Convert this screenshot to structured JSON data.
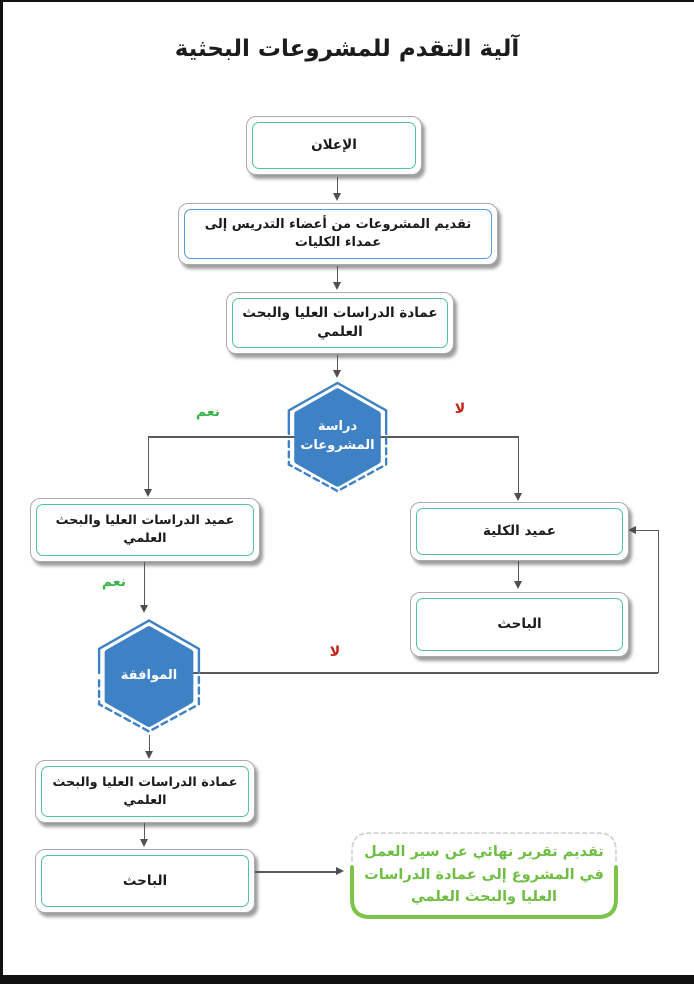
{
  "page": {
    "title": "آلية التقدم للمشروعات البحثية"
  },
  "flow": {
    "announcement": "الإعلان",
    "submission": "تقديم المشروعات من أعضاء التدريس إلى عمداء الكليات",
    "deanship_top": "عمادة الدراسات العليا والبحث العلمي",
    "study_projects": "دراسة المشروعات",
    "dean_graduate_studies": "عميد الدراسات العليا والبحث العلمي",
    "college_dean": "عميد الكلية",
    "researcher_right": "الباحث",
    "approval": "الموافقة",
    "deanship_bottom": "عمادة الدراسات العليا والبحث العلمي",
    "researcher_bottom": "الباحث",
    "final_report": "تقديم تقرير نهائي عن سير العمل في المشروع إلى عمادة الدراسات العليا والبحث العلمي"
  },
  "decision_labels": {
    "study_yes": "نعم",
    "study_no": "لا",
    "approval_yes": "نعم",
    "approval_no": "لا"
  },
  "colors": {
    "teal_border": "#54C1A3",
    "blue_border": "#5B9BD5",
    "hexagon_fill": "#3E81C4",
    "yes_green": "#3BB54A",
    "no_red": "#C02418",
    "report_green": "#7CC447",
    "report_text_green": "#6FBE44",
    "connector_gray": "#5A5A5A"
  }
}
